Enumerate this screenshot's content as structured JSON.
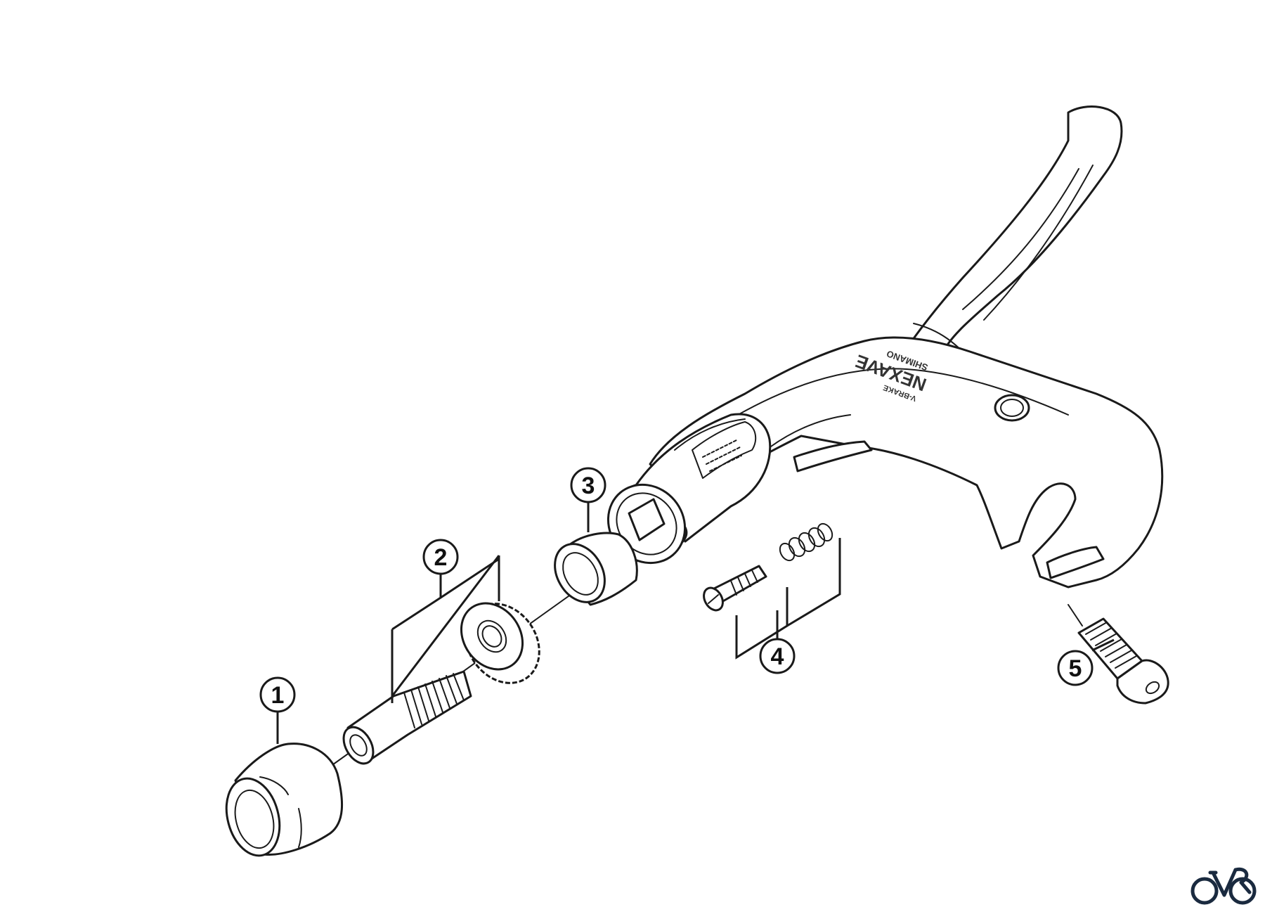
{
  "diagram": {
    "subject": "Brake lever exploded parts view",
    "lever_text": {
      "model": "NEXAVE",
      "brand": "SHIMANO",
      "type": "V-BRAKE"
    },
    "callouts": [
      {
        "number": "1",
        "part": "adjuster-cap"
      },
      {
        "number": "2",
        "part": "cable-adjusting-bolt-and-lock-nut"
      },
      {
        "number": "3",
        "part": "bushing"
      },
      {
        "number": "4",
        "part": "reach-adjust-screw-and-spring"
      },
      {
        "number": "5",
        "part": "clamp-bolt"
      }
    ],
    "colors": {
      "line": "#1a1a1a",
      "background": "#ffffff",
      "logo": "#1a2a3f"
    }
  },
  "logo": {
    "name": "bicycle-logo"
  }
}
